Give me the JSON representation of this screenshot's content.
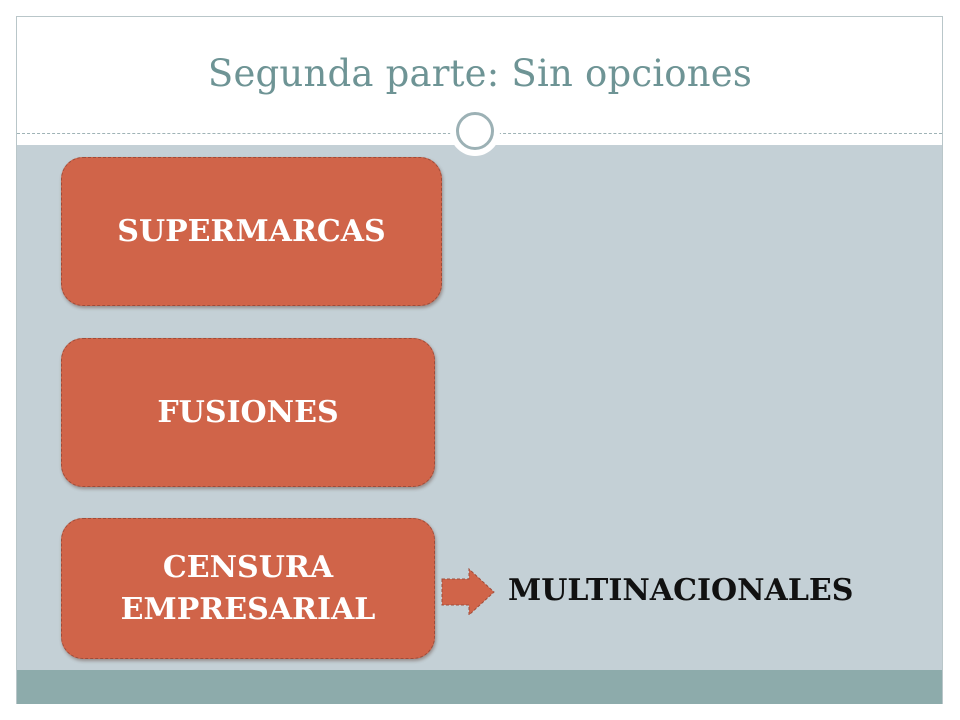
{
  "slide": {
    "title": "Segunda parte: Sin opciones"
  },
  "boxes": [
    {
      "label": "SUPERMARCAS"
    },
    {
      "label": "FUSIONES"
    },
    {
      "label": "CENSURA EMPRESARIAL"
    }
  ],
  "result": {
    "label": "MULTINACIONALES"
  },
  "colors": {
    "title": "#6e9495",
    "box_fill": "#d06449",
    "content_background": "#c4d0d6",
    "footer_band": "#8dabab"
  },
  "icons": {
    "title_ornament": "circle-ring-icon",
    "connector": "right-arrow-icon"
  }
}
